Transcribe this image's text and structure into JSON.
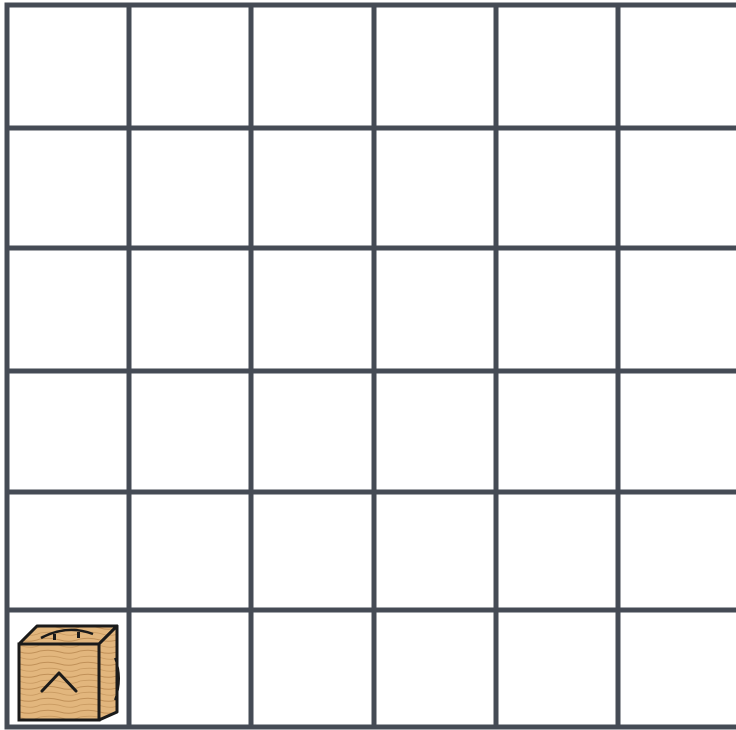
{
  "grid": {
    "rows": 6,
    "columns": 6,
    "line_color": "#454b55",
    "background": "#ffffff"
  },
  "robot": {
    "row": 6,
    "column": 1,
    "facing": "up",
    "icon": "wooden-crate-robot-icon",
    "wood_color": "#e2b67d",
    "grain_color": "#b8874f",
    "outline_color": "#1a1a1a"
  }
}
